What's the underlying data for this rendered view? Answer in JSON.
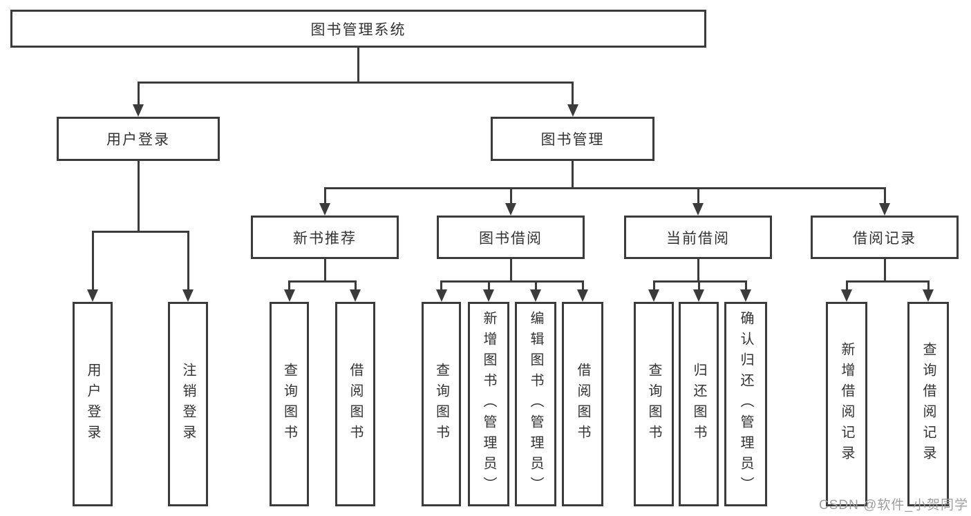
{
  "diagram": {
    "title": "图书管理系统",
    "tree": {
      "id": "root",
      "label": "图书管理系统",
      "children": [
        {
          "id": "user-login",
          "label": "用户登录",
          "children": [
            {
              "id": "leaf-user-login",
              "label": "用户登录"
            },
            {
              "id": "leaf-logout",
              "label": "注销登录"
            }
          ]
        },
        {
          "id": "book-mgmt",
          "label": "图书管理",
          "children": [
            {
              "id": "new-book-rec",
              "label": "新书推荐",
              "children": [
                {
                  "id": "leaf-query-books-1",
                  "label": "查询图书"
                },
                {
                  "id": "leaf-borrow-books-1",
                  "label": "借阅图书"
                }
              ]
            },
            {
              "id": "book-borrow",
              "label": "图书借阅",
              "children": [
                {
                  "id": "leaf-query-books-2",
                  "label": "查询图书"
                },
                {
                  "id": "leaf-add-books",
                  "label": "新增图书（管理员）"
                },
                {
                  "id": "leaf-edit-books",
                  "label": "编辑图书（管理员）"
                },
                {
                  "id": "leaf-borrow-books-2",
                  "label": "借阅图书"
                }
              ]
            },
            {
              "id": "current-borrow",
              "label": "当前借阅",
              "children": [
                {
                  "id": "leaf-query-books-3",
                  "label": "查询图书"
                },
                {
                  "id": "leaf-return-books",
                  "label": "归还图书"
                },
                {
                  "id": "leaf-confirm-return",
                  "label": "确认归还（管理员）"
                }
              ]
            },
            {
              "id": "borrow-records",
              "label": "借阅记录",
              "children": [
                {
                  "id": "leaf-add-borrow-record",
                  "label": "新增借阅记录"
                },
                {
                  "id": "leaf-query-borrow-record",
                  "label": "查询借阅记录"
                }
              ]
            }
          ]
        }
      ]
    },
    "colors": {
      "line": "#3b3b3b",
      "text": "#333333",
      "background": "#ffffff",
      "watermark": "#9e9e9e"
    },
    "watermark": {
      "text": "CSDN @软件_小贺同学"
    }
  }
}
